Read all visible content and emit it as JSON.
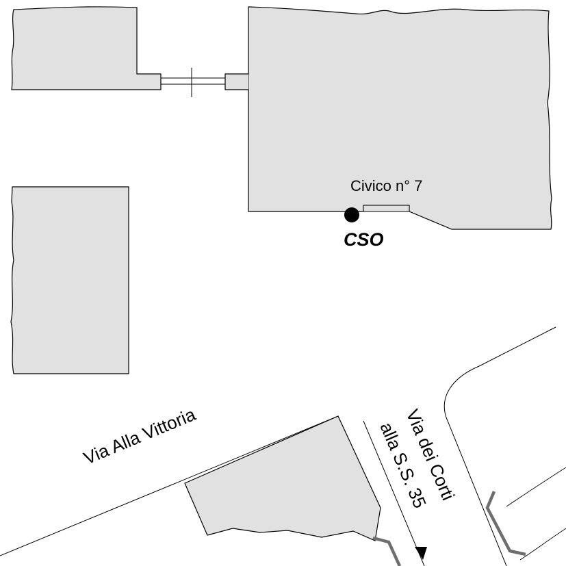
{
  "map": {
    "labels": {
      "civic_number": "Civico n° 7",
      "marker": "CSO",
      "street_vittoria": "Via Alla Vittoria",
      "street_corti": "Via dei Corti",
      "direction_ss35": "alla S.S. 35"
    },
    "colors": {
      "building_fill": "#e1e1e1",
      "outline": "#000000",
      "bridge": "#6e6e6e",
      "marker": "#000000",
      "background": "#ffffff"
    },
    "icons": {
      "marker": "filled-circle-marker-icon",
      "direction": "down-triangle-arrow-icon"
    }
  }
}
